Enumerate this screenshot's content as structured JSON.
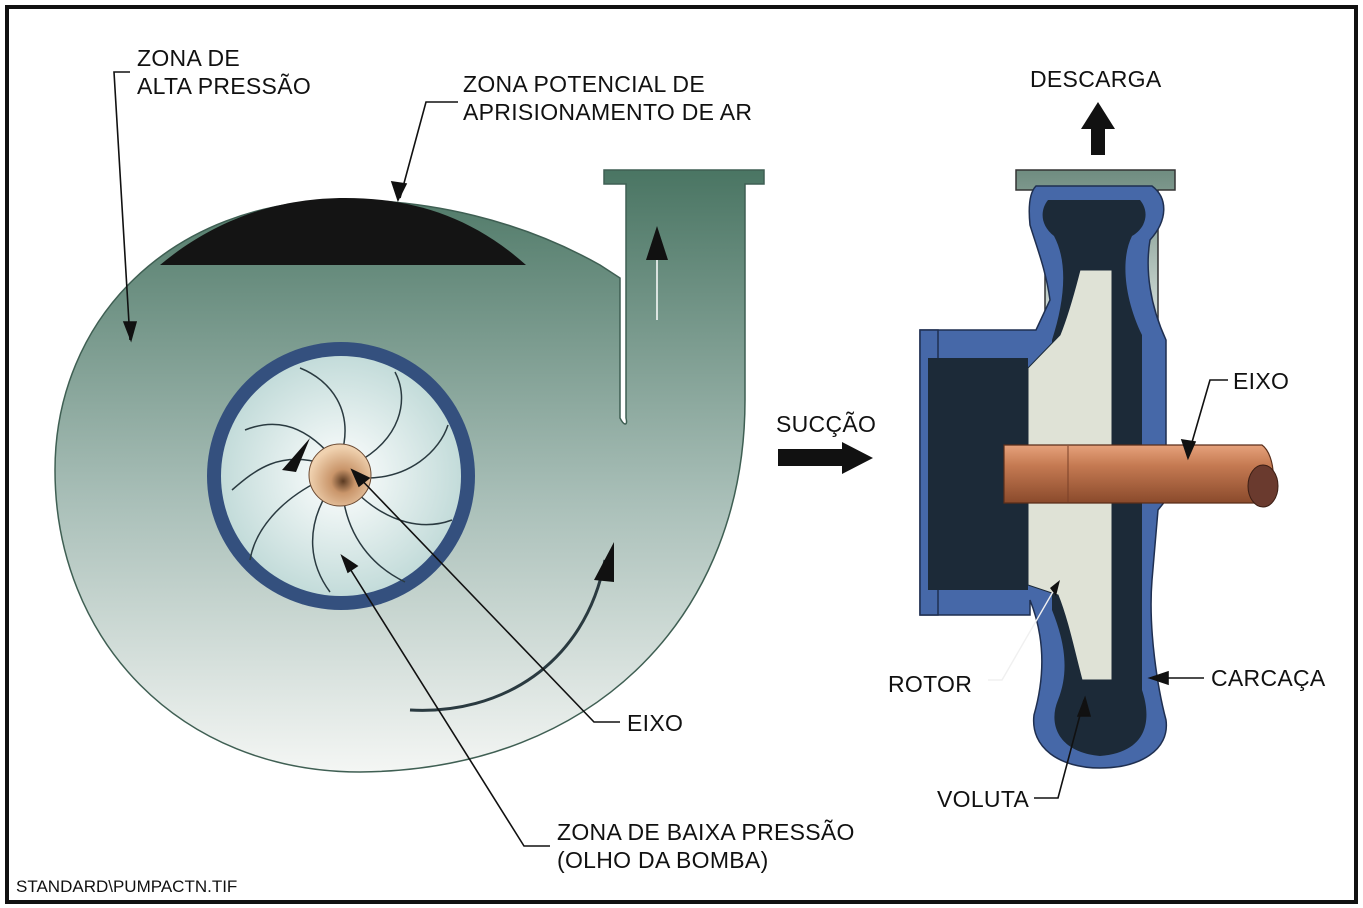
{
  "colors": {
    "frame": "#111111",
    "casing_dark": "#4a7563",
    "casing_light": "#f2f4f2",
    "volute_ring": "#34507e",
    "impeller_light": "#e6f0ef",
    "air_pocket": "#141414",
    "shaft_copper": "#b8704a",
    "side_casing_blue": "#4668a8",
    "side_fluid_dark": "#1c2a38",
    "side_rotor_light": "#dfe2d6"
  },
  "labels": {
    "high_pressure_line1": "ZONA  DE",
    "high_pressure_line2": "ALTA PRESSÃO",
    "air_trap_line1": "ZONA POTENCIAL DE",
    "air_trap_line2": "APRISIONAMENTO DE AR",
    "shaft_front": "EIXO",
    "low_pressure_line1": "ZONA DE BAIXA PRESSÃO",
    "low_pressure_line2": "(OLHO DA BOMBA)",
    "suction": "SUCÇÃO",
    "discharge": "DESCARGA",
    "shaft_side": "EIXO",
    "rotor": "ROTOR",
    "housing": "CARCAÇA",
    "volute": "VOLUTA",
    "filename": "STANDARD\\PUMPACTN.TIF"
  }
}
